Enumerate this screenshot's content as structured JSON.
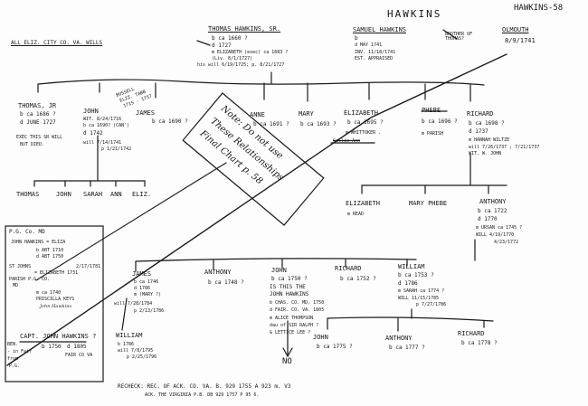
{
  "header": {
    "title": "HAWKINS",
    "page_ref": "HAWKINS-58",
    "source_note": "ALL ELIZ. CITY CO. VA. WILLS"
  },
  "founder": {
    "name": "THOMAS HAWKINS, SR.",
    "line1": "b ca 1660 ?",
    "line2": "d 1727",
    "line3": "m ELIZABETH (exec) ca 1683 ?",
    "line4": "(Liv. 8/1/1727)",
    "line5": "his will 6/19/1725; p. 8/21/1727"
  },
  "samuel": {
    "name": "SAMUEL HAWKINS",
    "line1": "b",
    "line2": "d MAY 1741",
    "line3": "INV. 11/18/1741",
    "line4": "EST. APPRAISED",
    "relation": "BROTHER OF THOMAS?"
  },
  "olmouth": {
    "name": "OLMOUTH",
    "date": "8/9/1741"
  },
  "gen2": {
    "thomas_jr": {
      "name": "THOMAS, JR",
      "line1": "b ca 1686 ?",
      "line2": "d JUNE 1727",
      "note1": "EXEC THIS SR WILL",
      "note2": "BUT DIED."
    },
    "john": {
      "name": "JOHN",
      "line1": "WIT. 8/24/1716",
      "line2": "b ca 1690? (CAN')",
      "line3": "d 1742",
      "line4": "will 7/14/1741",
      "line5": "p 1/21/1742",
      "annot1": "BUSSELL",
      "annot2": "ELIZ. TABB",
      "annot3": "1715 - 1757"
    },
    "james": {
      "name": "JAMES",
      "line1": "b ca 1690 ?"
    },
    "anne": {
      "name": "ANNE",
      "line1": "b ca 1691 ?"
    },
    "mary": {
      "name": "MARY",
      "line1": "b ca 1693 ?"
    },
    "elizabeth": {
      "name": "ELIZABETH",
      "line1": "b ca 1695 ?",
      "line2": "m WHITTOKER .",
      "line3": "Sallie Ann"
    },
    "phebe": {
      "name": "PHEBE",
      "line1": "b ca 1696 ?",
      "line2": "m PARISH"
    },
    "richard": {
      "name": "RICHARD",
      "line1": "b ca 1698 ?",
      "line2": "d 1737",
      "line3": "m HANNAH WILTZE",
      "line4": "will 7/26/1737 ; 7/21/1737",
      "line5": "WIT. W. JOHN"
    }
  },
  "john_children": [
    "THOMAS",
    "JOHN",
    "SARAH",
    "ANN",
    "ELIZ."
  ],
  "richard_children": {
    "elizabeth": {
      "name": "ELIZABETH",
      "line1": "m READ"
    },
    "mary_phebe": {
      "name": "MARY PHEBE"
    },
    "anthony": {
      "name": "ANTHONY",
      "line1": "b ca 1722",
      "line2": "d 1770",
      "line3": "m URSAN ca 1745 ?",
      "line4": "WILL 4/19/1770",
      "line5": "4/23/1772"
    }
  },
  "anthony_children": {
    "james": {
      "name": "JAMES",
      "line1": "b ca 1746",
      "line2": "d 1786",
      "line3": "m (MARY ?)",
      "line4": "will 7/28/1784",
      "line5": "p 2/13/1786"
    },
    "anthony": {
      "name": "ANTHONY",
      "line1": "b ca 1748 ?"
    },
    "john": {
      "name": "JOHN",
      "line1": "b ca 1750 ?",
      "line2": "IS THIS THE",
      "line3": "JOHN HAWKINS",
      "line4": "b CHAS. CO. MD. 1750",
      "line5": "d FAIR. CO. VA. 1805",
      "line6": "m ALICE THOMPSON",
      "line7": "dau of SIR RALPH ?",
      "line8": "& LETTICE LEE ?",
      "answer": "NO"
    },
    "richard": {
      "name": "RICHARD",
      "line1": "b ca 1752 ?"
    },
    "william": {
      "name": "WILLIAM",
      "line1": "b ca 1753 ?",
      "line2": "d 1786",
      "line3": "m SARAH ca 1774 ?",
      "line4": "WILL 11/15/1785",
      "line5": "p 7/27/1786"
    }
  },
  "james_children": {
    "william": {
      "name": "WILLIAM",
      "line1": "b 1786",
      "line2": "will 7/8/1795",
      "line3": "p 2/25/1796"
    }
  },
  "william_children": {
    "john": {
      "name": "JOHN",
      "line1": "b ca 1775 ?"
    },
    "anthony": {
      "name": "ANTHONY",
      "line1": "b ca 1777 ?"
    },
    "richard": {
      "name": "RICHARD",
      "line1": "b ca 1778 ?"
    }
  },
  "sidebox": {
    "title": "P.G. Co. MD",
    "line1": "JOHN HAWKINS  = ELIZA",
    "line2": "b ABT 1710",
    "line3": "d ABT 1750",
    "line4": "ST JOHNS",
    "line5": "= ELIZABETH 1731",
    "line6": "PARISH P.G. CO.",
    "line7": "MD",
    "line8": "m ca 1740",
    "line9": "PRISCILLA KEYS",
    "line10": "John Hawkins",
    "line11": "2/17/1781",
    "capt_name": "CAPT. JOHN HAWKINS ?",
    "capt_line1": "b 1750",
    "capt_line2": "d 1805",
    "capt_place": "FAIR CO VA",
    "capt_left1": "BEN.",
    "capt_left2": "- in Fair",
    "capt_left3": "from",
    "capt_left4": "P.G."
  },
  "diagonal_note": {
    "line1": "Note: Do not use",
    "line2": "These Relationships",
    "line3": "Final Chart p. 58"
  },
  "footer": {
    "line1": "RECHECK: REC. OF ACK. CO. VA.  B. 929 1755   A 923 m. V3",
    "line2": "ACK. THE VIRGINIA  P.B. DB 929 1757  P 95  6."
  }
}
